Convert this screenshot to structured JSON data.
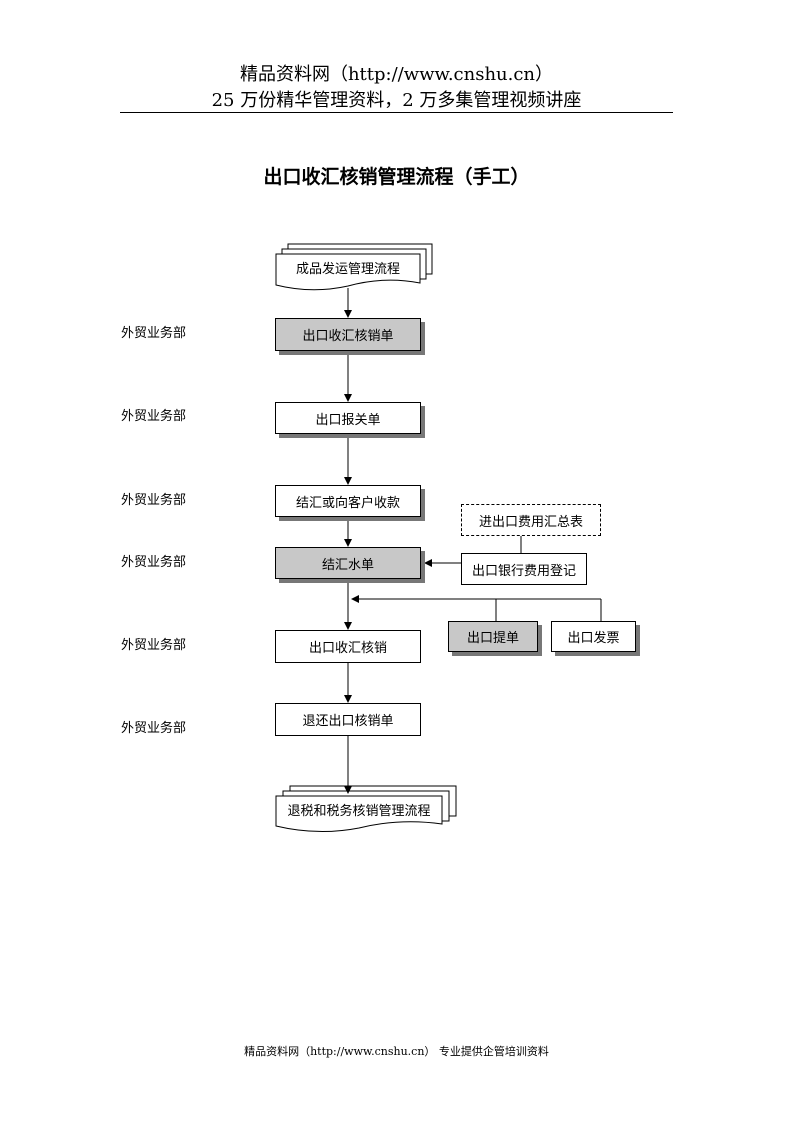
{
  "header": {
    "line1": "精品资料网（http://www.cnshu.cn）",
    "line2": "25 万份精华管理资料，2 万多集管理视频讲座"
  },
  "title": "出口收汇核销管理流程（手工）",
  "departments": [
    "外贸业务部",
    "外贸业务部",
    "外贸业务部",
    "外贸业务部",
    "外贸业务部",
    "外贸业务部"
  ],
  "nodes": {
    "start_doc": "成品发运管理流程",
    "verification_form": "出口收汇核销单",
    "customs_declaration": "出口报关单",
    "settlement": "结汇或向客户收款",
    "settlement_slip": "结汇水单",
    "fee_summary": "进出口费用汇总表",
    "bank_fee": "出口银行费用登记",
    "bill_of_lading": "出口提单",
    "export_invoice": "出口发票",
    "verification": "出口收汇核销",
    "return_form": "退还出口核销单",
    "end_doc": "退税和税务核销管理流程"
  },
  "footer": "精品资料网（http://www.cnshu.cn） 专业提供企管培训资料"
}
